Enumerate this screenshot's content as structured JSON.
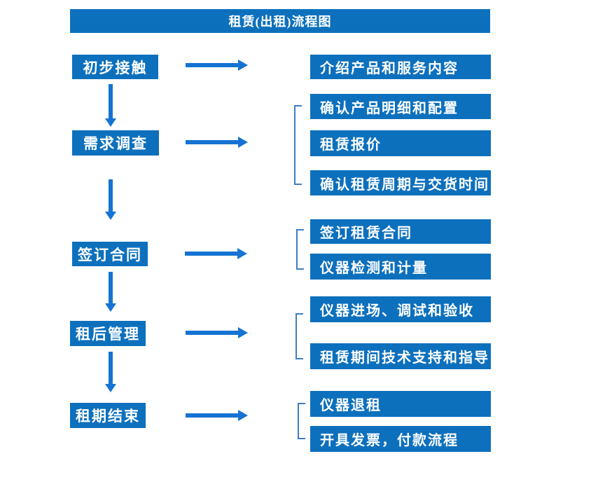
{
  "title": "租赁(出租)流程图",
  "colors": {
    "box_blue": "#0d70bd",
    "arrow_blue": "#1573d3",
    "bracket_blue": "#3c7ec6",
    "text_white": "#ffffff"
  },
  "steps": [
    {
      "label": "初步接触",
      "details": [
        "介绍产品和服务内容"
      ]
    },
    {
      "label": "需求调查",
      "details": [
        "确认产品明细和配置",
        "租赁报价",
        "确认租赁周期与交货时间"
      ]
    },
    {
      "label": "签订合同",
      "details": [
        "签订租赁合同",
        "仪器检测和计量"
      ]
    },
    {
      "label": "租后管理",
      "details": [
        "仪器进场、调试和验收",
        "租赁期间技术支持和指导"
      ]
    },
    {
      "label": "租期结束",
      "details": [
        "仪器退租",
        "开具发票，付款流程"
      ]
    }
  ]
}
